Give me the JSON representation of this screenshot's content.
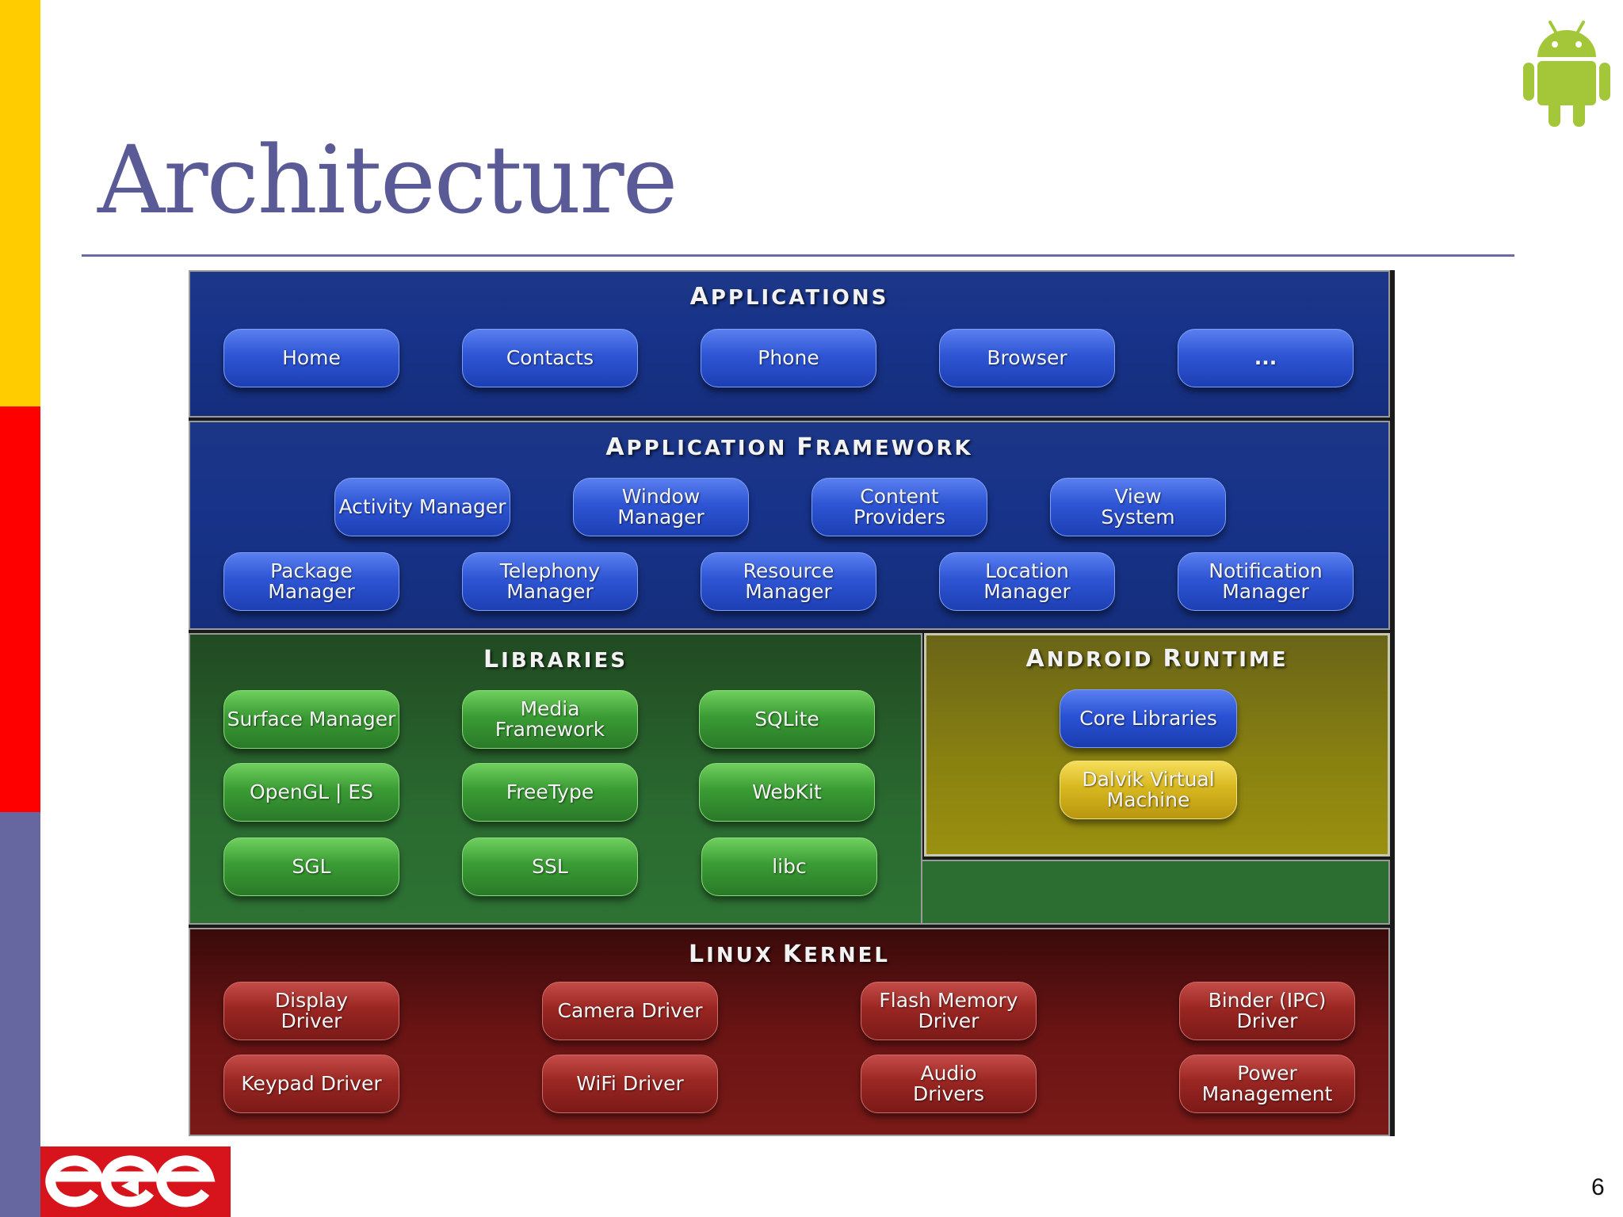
{
  "slide": {
    "title": "Architecture",
    "page_number": "6"
  },
  "colors": {
    "stripe_top": "#ffcc00",
    "stripe_mid": "#ff0000",
    "stripe_bottom": "#6666a0",
    "title": "#5a5a96",
    "applications_layer": "#17338a",
    "framework_layer": "#17338a",
    "libraries_layer": "#2a6a30",
    "runtime_layer": "#8a8210",
    "kernel_layer": "#6a1414",
    "android_logo": "#a4c639",
    "ece_logo_bg": "#d7141c"
  },
  "icons": {
    "android_logo": "android-robot-icon",
    "ece_logo": "ece-logo"
  },
  "diagram": {
    "applications": {
      "title_first": "A",
      "title_rest": "PPLICATIONS",
      "items": [
        "Home",
        "Contacts",
        "Phone",
        "Browser",
        "..."
      ]
    },
    "framework": {
      "title_a": "A",
      "title_a_rest": "PPLICATION ",
      "title_f": "F",
      "title_f_rest": "RAMEWORK",
      "row1": [
        "Activity Manager",
        "Window\nManager",
        "Content\nProviders",
        "View\nSystem"
      ],
      "row2": [
        "Package Manager",
        "Telephony\nManager",
        "Resource\nManager",
        "Location\nManager",
        "Notification\nManager"
      ]
    },
    "libraries": {
      "title_first": "L",
      "title_rest": "IBRARIES",
      "items": [
        "Surface Manager",
        "Media\nFramework",
        "SQLite",
        "OpenGL | ES",
        "FreeType",
        "WebKit",
        "SGL",
        "SSL",
        "libc"
      ]
    },
    "runtime": {
      "title_a": "A",
      "title_a_rest": "NDROID ",
      "title_r": "R",
      "title_r_rest": "UNTIME",
      "core": "Core Libraries",
      "vm": "Dalvik Virtual\nMachine"
    },
    "kernel": {
      "title_l": "L",
      "title_l_rest": "INUX ",
      "title_k": "K",
      "title_k_rest": "ERNEL",
      "row1": [
        "Display\nDriver",
        "Camera Driver",
        "Flash Memory\nDriver",
        "Binder (IPC)\nDriver"
      ],
      "row2": [
        "Keypad Driver",
        "WiFi Driver",
        "Audio\nDrivers",
        "Power\nManagement"
      ]
    }
  }
}
